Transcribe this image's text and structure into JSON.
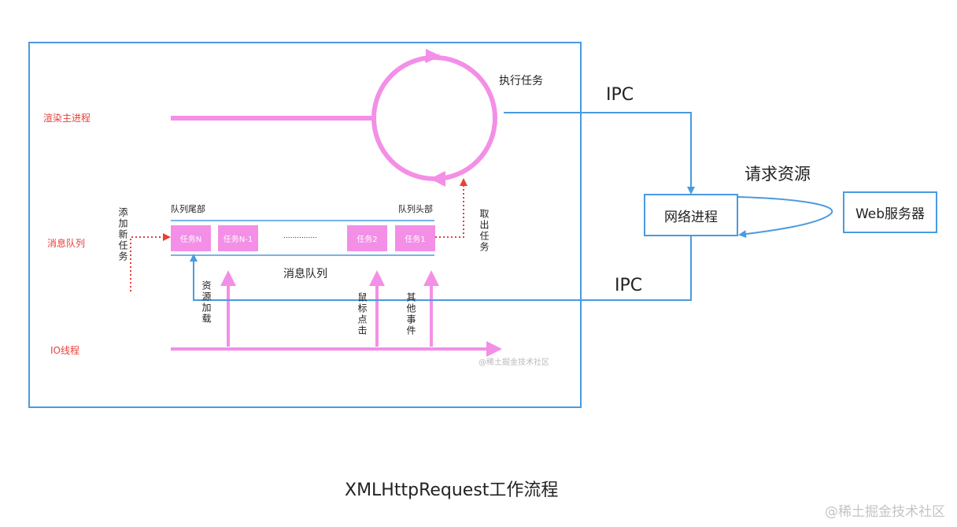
{
  "colors": {
    "blue": "#4a9ae0",
    "pink": "#f38fe6",
    "red": "#e8403a"
  },
  "left": {
    "render_main": "渲染主进程",
    "message_queue": "消息队列",
    "io_thread": "IO线程"
  },
  "loop_label": "执行任务",
  "queue": {
    "tail": "队列尾部",
    "head": "队列头部",
    "title": "消息队列",
    "ellipsis": "...............",
    "tasks": [
      "任务N",
      "任务N-1",
      "任务2",
      "任务1"
    ]
  },
  "vertical": {
    "add_task": "添加新任务",
    "take_task": "取出任务",
    "resource_load": "资源加载",
    "mouse_click": "鼠标点击",
    "other_events": "其他事件"
  },
  "watermark_inner": "@稀土掘金技术社区",
  "ipc_top": "IPC",
  "ipc_bottom": "IPC",
  "request_label": "请求资源",
  "network_process": "网络进程",
  "web_server": "Web服务器",
  "caption": "XMLHttpRequest工作流程",
  "watermark": "@稀土掘金技术社区"
}
